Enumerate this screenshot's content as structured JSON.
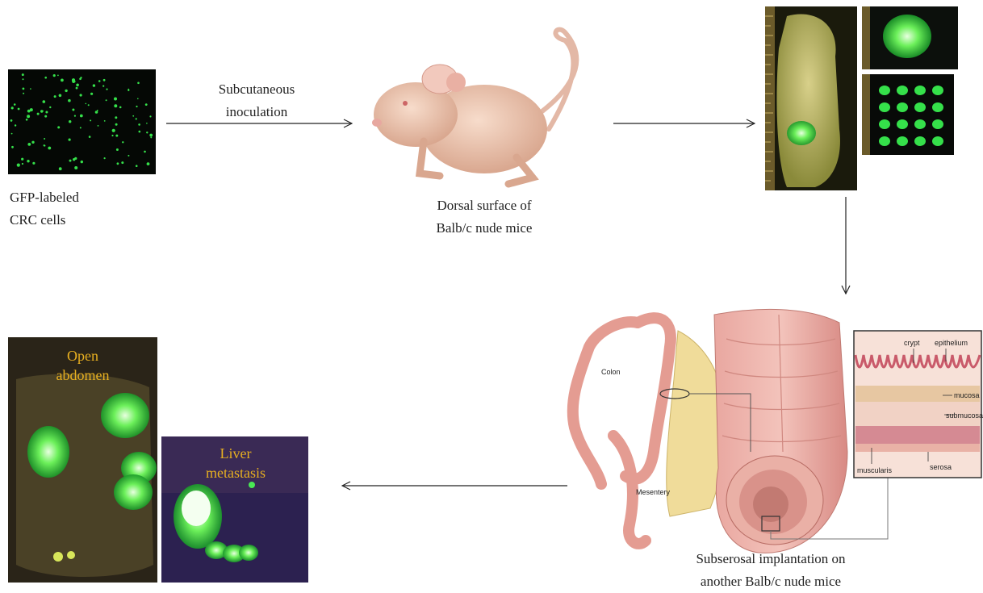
{
  "steps": {
    "cells_caption_line1": "GFP-labeled",
    "cells_caption_line2": "CRC cells",
    "inoculation_line1": "Subcutaneous",
    "inoculation_line2": "inoculation",
    "mouse_caption_line1": "Dorsal surface of",
    "mouse_caption_line2": "Balb/c nude mice",
    "implant_caption_line1": "Subserosal implantation on",
    "implant_caption_line2": "another Balb/c nude mice"
  },
  "overlays": {
    "open_abdomen_line1": "Open",
    "open_abdomen_line2": "abdomen",
    "liver_line1": "Liver",
    "liver_line2": "metastasis"
  },
  "colon_labels": {
    "colon": "Colon",
    "mesentery": "Mesentery",
    "crypt": "crypt",
    "epithelium": "epithelium",
    "mucosa": "mucosa",
    "submucosa": "submucosa",
    "muscularis": "muscularis",
    "serosa": "serosa"
  },
  "colors": {
    "gfp_green": "#35e04a",
    "overlay_text": "#e8b020",
    "arrow": "#222222"
  }
}
